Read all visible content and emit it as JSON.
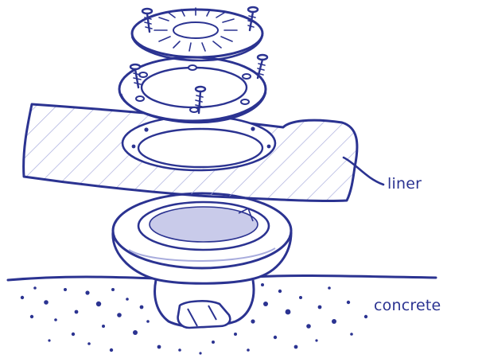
{
  "colors": {
    "ink": "#2b3391",
    "ink_light": "#a9addd",
    "shade": "#c9cbea",
    "paper": "#ffffff"
  },
  "diagram": {
    "labels": {
      "liner": "liner",
      "concrete": "concrete"
    },
    "parts": [
      "grate-cover",
      "clamp-ring",
      "gasket",
      "liner-sheet",
      "drain-body",
      "concrete-slab"
    ],
    "screw_count_top_cover": 2,
    "screw_count_clamp_ring": 3
  }
}
